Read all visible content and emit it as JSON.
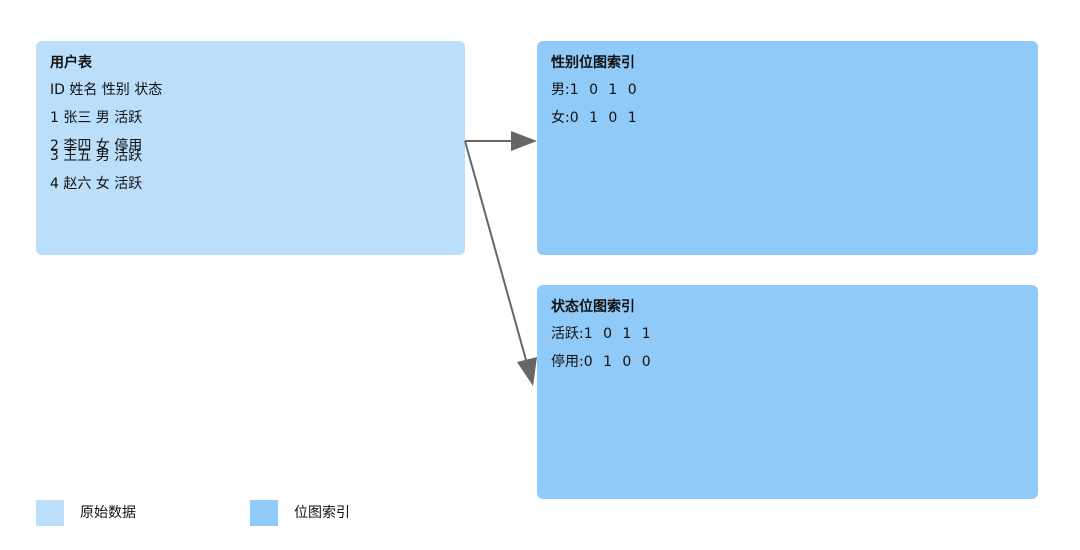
{
  "source_table": {
    "title": "用户表",
    "header": "ID 姓名 性别 状态",
    "rows": [
      "1 张三 男 活跃",
      "2 李四 女 停用",
      "3 王五 男 活跃",
      "4 赵六 女 活跃"
    ]
  },
  "gender_index": {
    "title": "性别位图索引",
    "entries": [
      {
        "label": "男:",
        "bits": "1 0 1 0"
      },
      {
        "label": "女:",
        "bits": "0 1 0 1"
      }
    ]
  },
  "status_index": {
    "title": "状态位图索引",
    "entries": [
      {
        "label": "活跃:",
        "bits": "1 0 1 1"
      },
      {
        "label": "停用:",
        "bits": "0 1 0 0"
      }
    ]
  },
  "legend": [
    {
      "label": "原始数据",
      "color": "#bbdefb"
    },
    {
      "label": "位图索引",
      "color": "#90caf9"
    }
  ],
  "colors": {
    "raw_data": "#bbdefb",
    "bitmap_index": "#90caf9",
    "arrow": "#666666"
  }
}
